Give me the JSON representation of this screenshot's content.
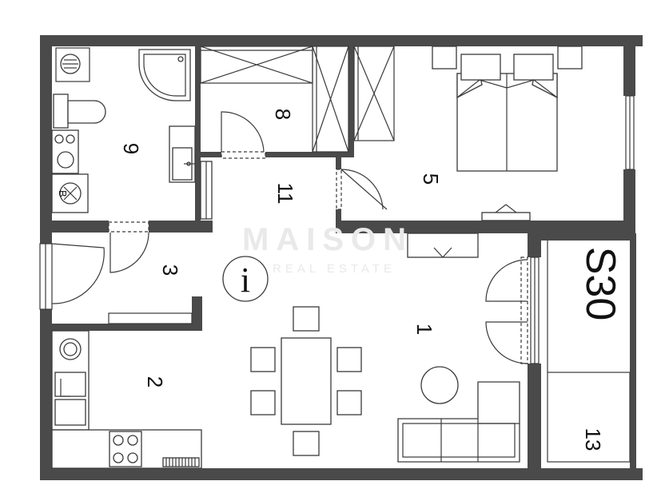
{
  "watermark": {
    "brand": "MAISON",
    "tagline": "REAL ESTATE"
  },
  "unit_label": "S30",
  "info_symbol": "i",
  "rooms": [
    {
      "id": "1",
      "label": "1"
    },
    {
      "id": "2",
      "label": "2"
    },
    {
      "id": "3",
      "label": "3"
    },
    {
      "id": "5",
      "label": "5"
    },
    {
      "id": "8",
      "label": "8"
    },
    {
      "id": "9",
      "label": "9"
    },
    {
      "id": "11",
      "label": "11"
    },
    {
      "id": "13",
      "label": "13"
    }
  ],
  "appliance_marks": {
    "boiler": "B"
  },
  "colors": {
    "wall": "#4a4a4a",
    "line": "#3a3a3a",
    "background": "#ffffff",
    "watermark": "#e9e9e9"
  }
}
